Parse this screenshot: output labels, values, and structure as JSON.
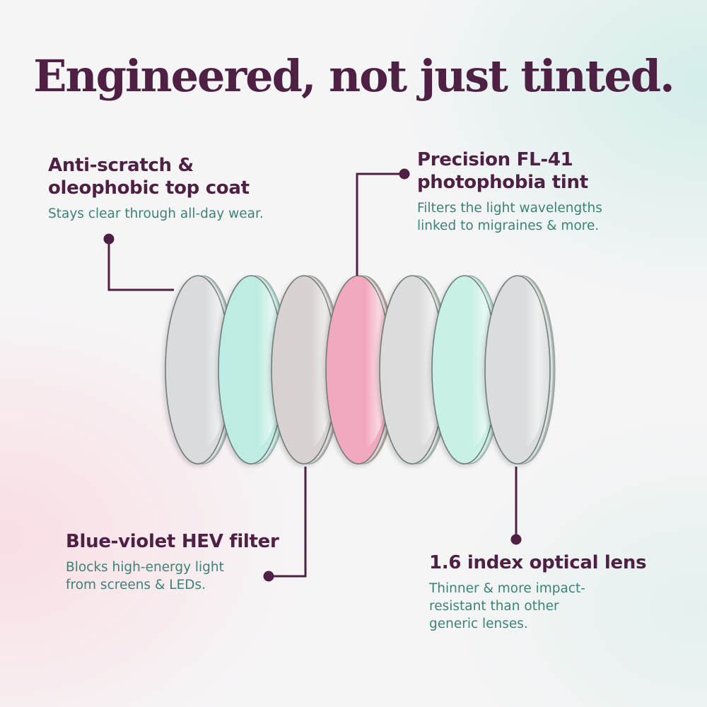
{
  "headline": "Engineered, not just tinted.",
  "colors": {
    "headline": "#4e2144",
    "body_text": "#3c8276",
    "leader_line": "#4e2144"
  },
  "callouts": [
    {
      "title_lines": [
        "Anti-scratch &",
        "oleophobic top coat"
      ],
      "body_lines": [
        "Stays clear through all-day wear."
      ]
    },
    {
      "title_lines": [
        "Precision FL-41",
        "photophobia tint"
      ],
      "body_lines": [
        "Filters the light wavelengths",
        "linked to migraines & more."
      ]
    },
    {
      "title_lines": [
        "Blue-violet HEV filter"
      ],
      "body_lines": [
        "Blocks high-energy light",
        "from screens & LEDs."
      ]
    },
    {
      "title_lines": [
        "1.6 index optical lens"
      ],
      "body_lines": [
        "Thinner & more impact-",
        "resistant than other",
        "generic lenses."
      ]
    }
  ],
  "lenses": [
    {
      "name": "clear-top-coat",
      "tint": "#d9dbdc",
      "rim": "#a9b7b5"
    },
    {
      "name": "mint",
      "tint": "#bfece2",
      "rim": "#9fcfc5"
    },
    {
      "name": "neutral-grey",
      "tint": "#d7d2d0",
      "rim": "#b3a8a4"
    },
    {
      "name": "rose-fl41",
      "tint": "#f2a9bd",
      "rim": "#b49a93"
    },
    {
      "name": "clear",
      "tint": "#dcdcdc",
      "rim": "#a8b3b0"
    },
    {
      "name": "mint",
      "tint": "#c8f0e6",
      "rim": "#a5d3c8"
    },
    {
      "name": "clear-index",
      "tint": "#dbdcdd",
      "rim": "#a7b2b0"
    }
  ]
}
